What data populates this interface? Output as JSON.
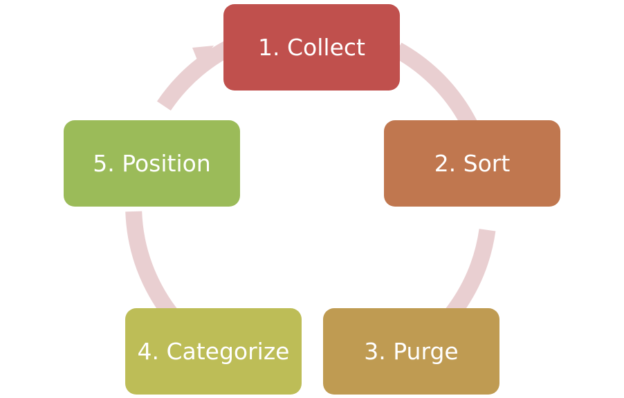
{
  "diagram": {
    "type": "cycle",
    "arrow_color": "#e9cfd1",
    "steps": [
      {
        "label": "1. Collect",
        "color": "#c0504d"
      },
      {
        "label": "2. Sort",
        "color": "#c0774f"
      },
      {
        "label": "3. Purge",
        "color": "#bf9b52"
      },
      {
        "label": "4. Categorize",
        "color": "#bdbd57"
      },
      {
        "label": "5. Position",
        "color": "#9bbb59"
      }
    ]
  }
}
